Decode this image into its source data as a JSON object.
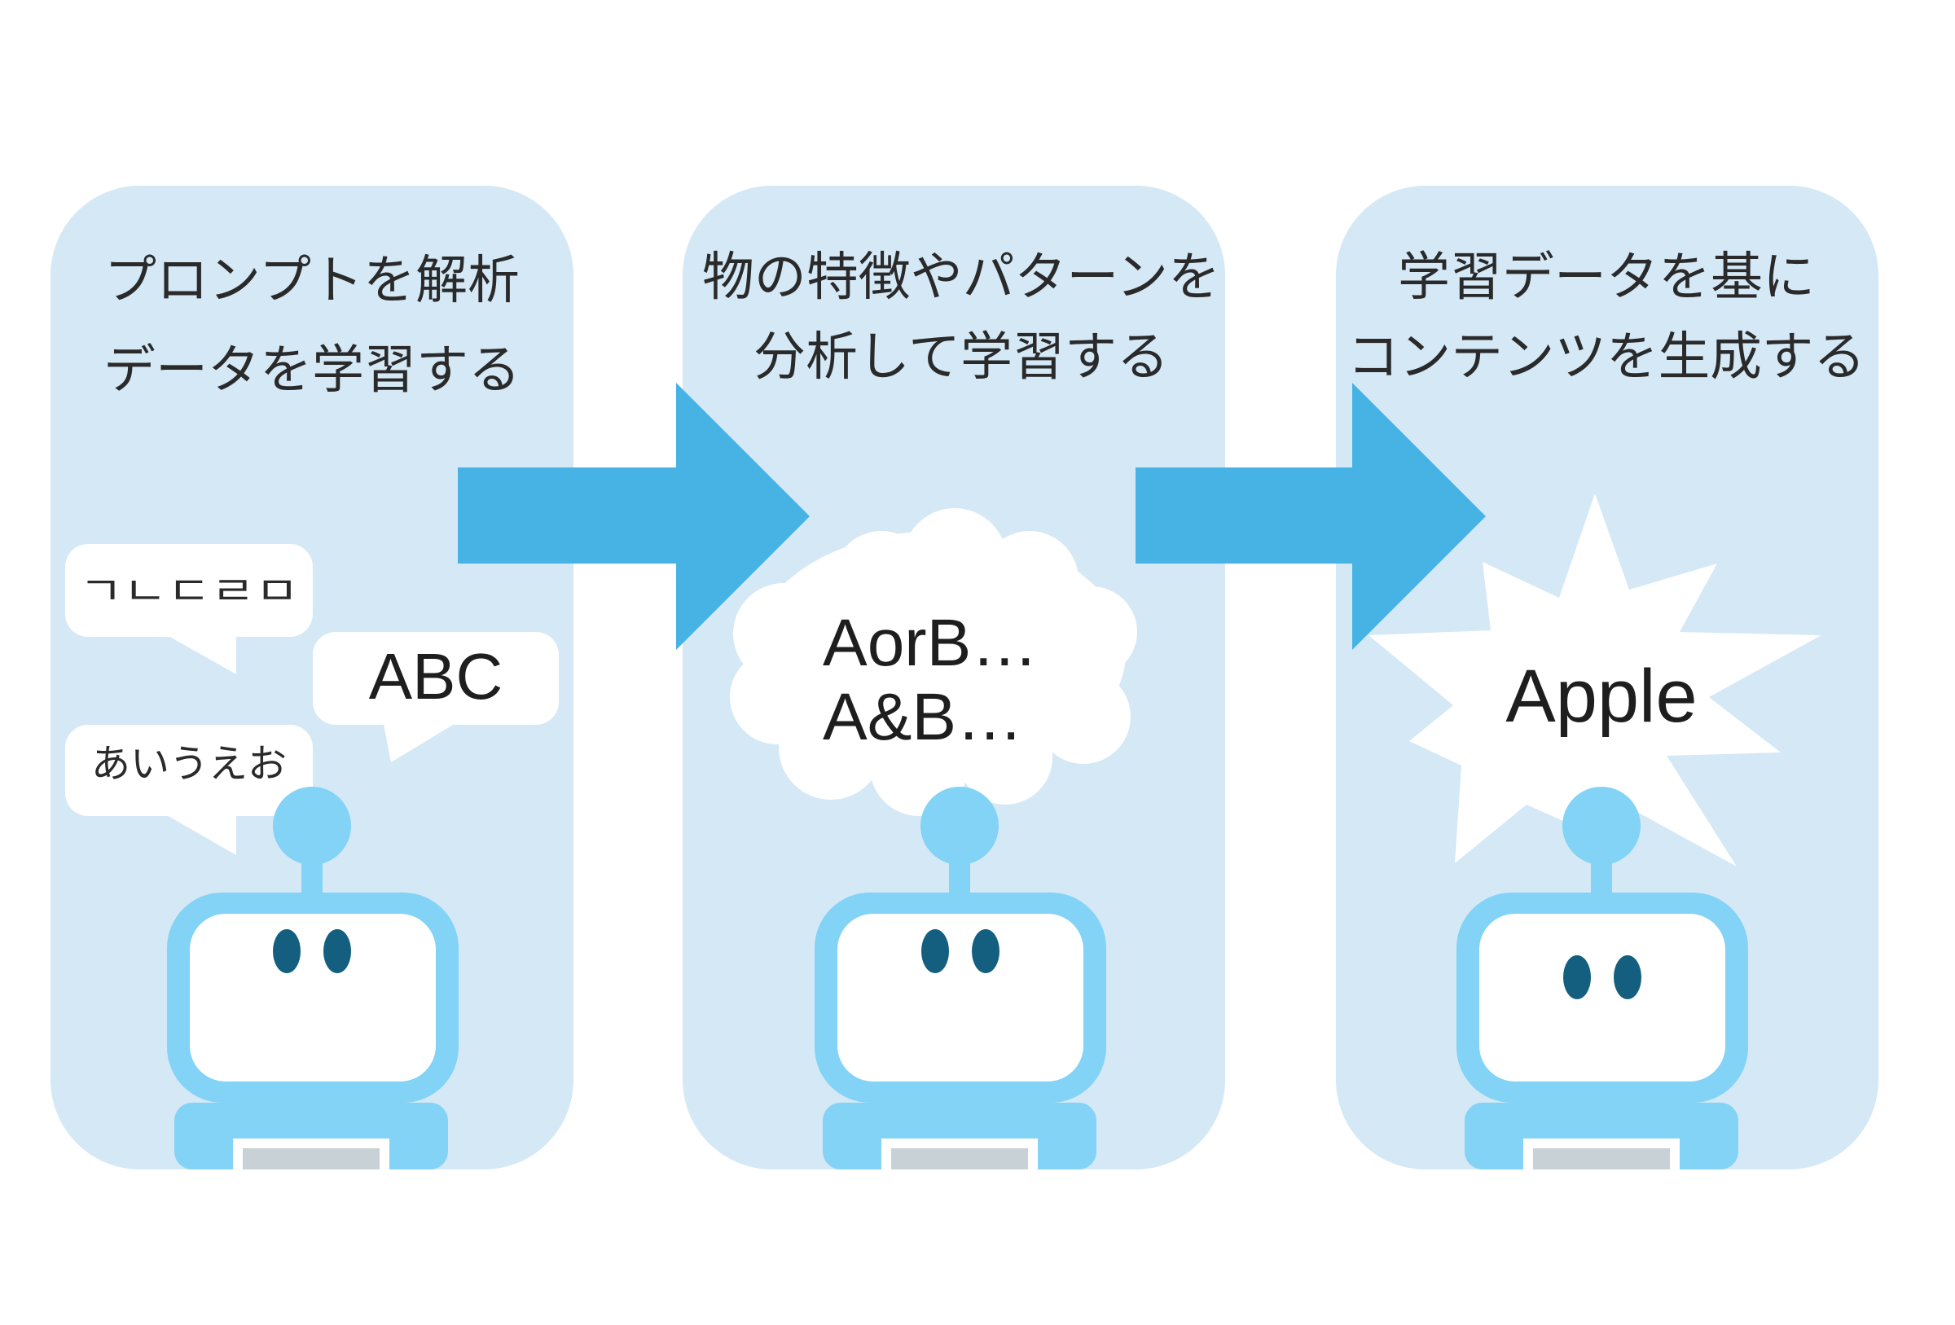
{
  "panels": [
    {
      "title_lines": [
        "プロンプトを解析",
        "データを学習する"
      ]
    },
    {
      "title_lines": [
        "物の特徴やパターンを",
        "分析して学習する"
      ],
      "cloud_lines": [
        "AorB…",
        "A&B…"
      ]
    },
    {
      "title_lines": [
        "学習データを基に",
        "コンテンツを生成する"
      ],
      "burst_text": "Apple"
    }
  ],
  "bubbles": {
    "hangul": "ㄱㄴㄷㄹㅁ",
    "latin": "ABC",
    "kana": "あいうえお"
  },
  "colors": {
    "panel_bg": "#d4e8f6",
    "arrow": "#47b3e4",
    "robot_body": "#82d3f6",
    "robot_face": "#ffffff",
    "robot_eye": "#145f80",
    "robot_screen": "#c8d2d6",
    "bubble": "#ffffff"
  }
}
